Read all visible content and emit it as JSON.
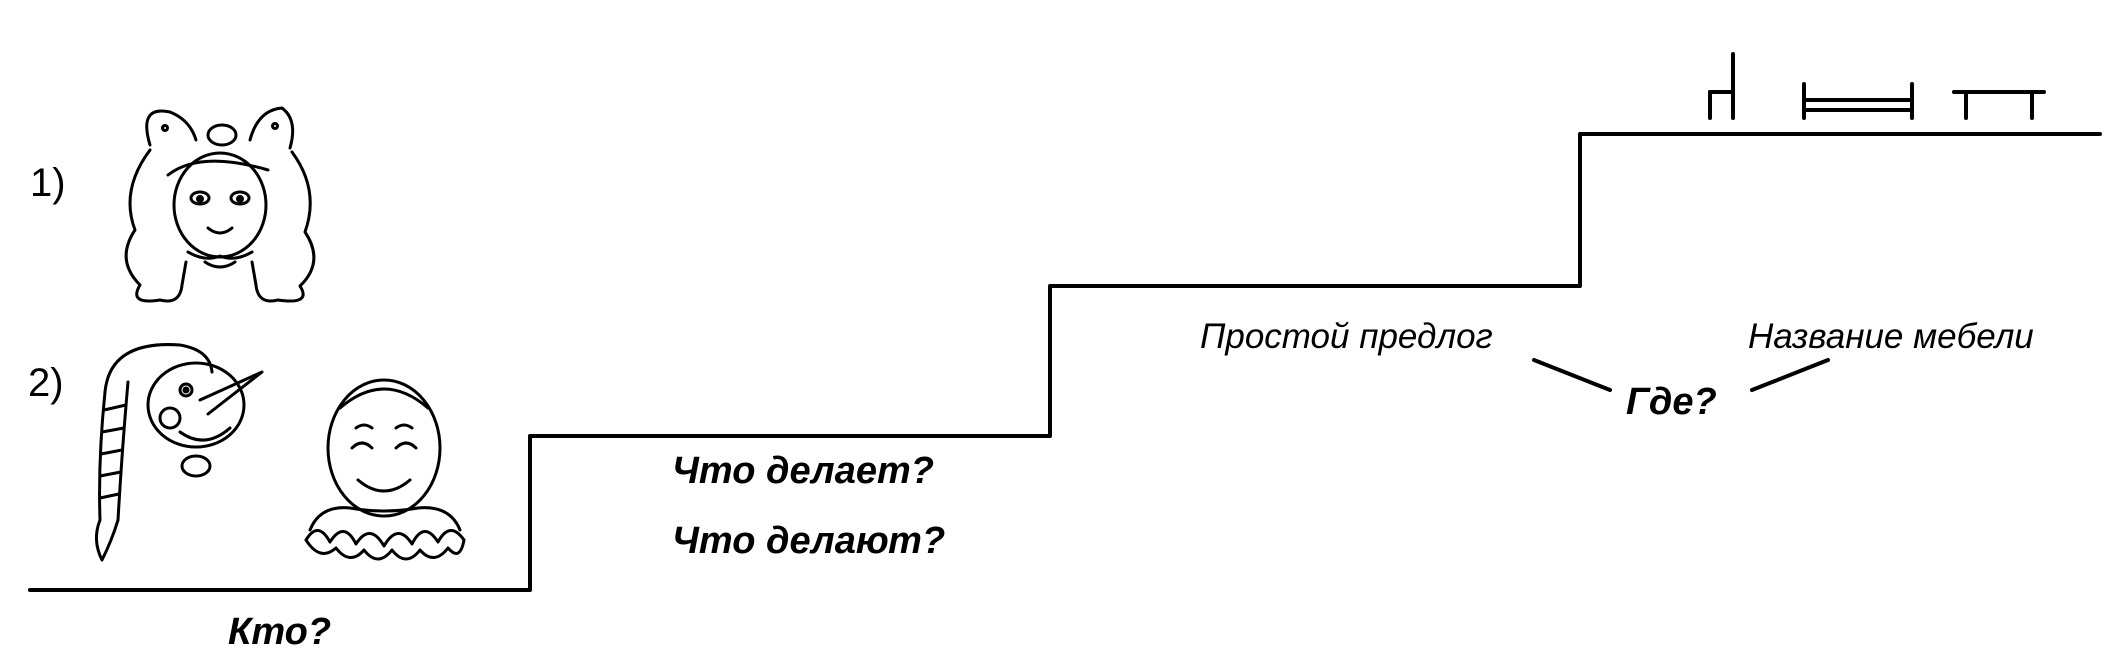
{
  "colors": {
    "ink": "#000000",
    "background": "#ffffff"
  },
  "steps": {
    "step1": {
      "number": "1)",
      "question": "Кто?",
      "second_number": "2)"
    },
    "step2": {
      "question_singular": "Что делает?",
      "question_plural": "Что делают?"
    },
    "step3": {
      "question": "Где?",
      "left_note": "Простой предлог",
      "right_note": "Название мебели"
    }
  },
  "icons": [
    "girl-face-icon",
    "pinocchio-face-icon",
    "clown-face-icon",
    "chair-icon",
    "bed-icon",
    "table-icon"
  ]
}
